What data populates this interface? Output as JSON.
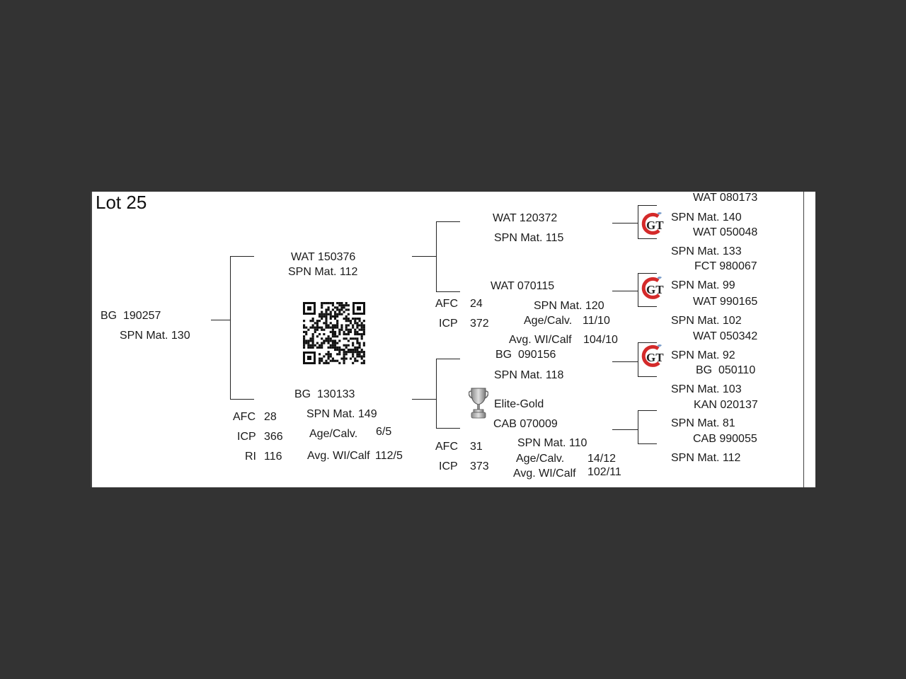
{
  "lot_title": "Lot 25",
  "subject": {
    "id": "BG  190257",
    "spn": "SPN Mat. 130"
  },
  "sire": {
    "id": "WAT 150376",
    "spn": "SPN Mat. 112"
  },
  "dam": {
    "id": "BG  130133",
    "spn": "SPN Mat. 149",
    "age_label": "Age/Calv.",
    "age_value": "6/5",
    "avg_label": "Avg. WI/Calf",
    "avg_value": "112/5",
    "stats": [
      {
        "label": "AFC",
        "value": "28"
      },
      {
        "label": "ICP",
        "value": "366"
      },
      {
        "label": "RI",
        "value": "116"
      }
    ]
  },
  "sire_sire": {
    "id": "WAT 120372",
    "spn": "SPN Mat. 115"
  },
  "sire_dam": {
    "id": "WAT 070115",
    "spn": "SPN Mat. 120",
    "age_label": "Age/Calv.",
    "age_value": "11/10",
    "avg_label": "Avg. WI/Calf",
    "avg_value": "104/10",
    "stats": [
      {
        "label": "AFC",
        "value": "24"
      },
      {
        "label": "ICP",
        "value": "372"
      }
    ]
  },
  "dam_sire": {
    "id": "BG  090156",
    "spn": "SPN Mat. 118",
    "badge": "Elite-Gold"
  },
  "dam_dam": {
    "id": "CAB 070009",
    "spn": "SPN Mat. 110",
    "age_label": "Age/Calv.",
    "age_value": "14/12",
    "avg_label": "Avg. WI/Calf",
    "avg_value": "102/11",
    "stats": [
      {
        "label": "AFC",
        "value": "31"
      },
      {
        "label": "ICP",
        "value": "373"
      }
    ]
  },
  "great_grandparents": [
    {
      "id": "WAT 080173",
      "spn": "SPN Mat. 140"
    },
    {
      "id": "WAT 050048",
      "spn": "SPN Mat. 133"
    },
    {
      "id": "FCT 980067",
      "spn": "SPN Mat. 99"
    },
    {
      "id": "WAT 990165",
      "spn": "SPN Mat. 102"
    },
    {
      "id": "WAT 050342",
      "spn": "SPN Mat. 92"
    },
    {
      "id": "BG  050110",
      "spn": "SPN Mat. 103"
    },
    {
      "id": "KAN 020137",
      "spn": "SPN Mat. 81"
    },
    {
      "id": "CAB 990055",
      "spn": "SPN Mat. 112"
    }
  ],
  "logo_text": "GT",
  "icons": {
    "qr": "qr-code-icon",
    "trophy": "trophy-icon",
    "logo": "gt-logo-icon"
  },
  "colors": {
    "logo_red": "#d42a2a",
    "ink": "#1a1a1a",
    "backdrop": "#333333"
  }
}
